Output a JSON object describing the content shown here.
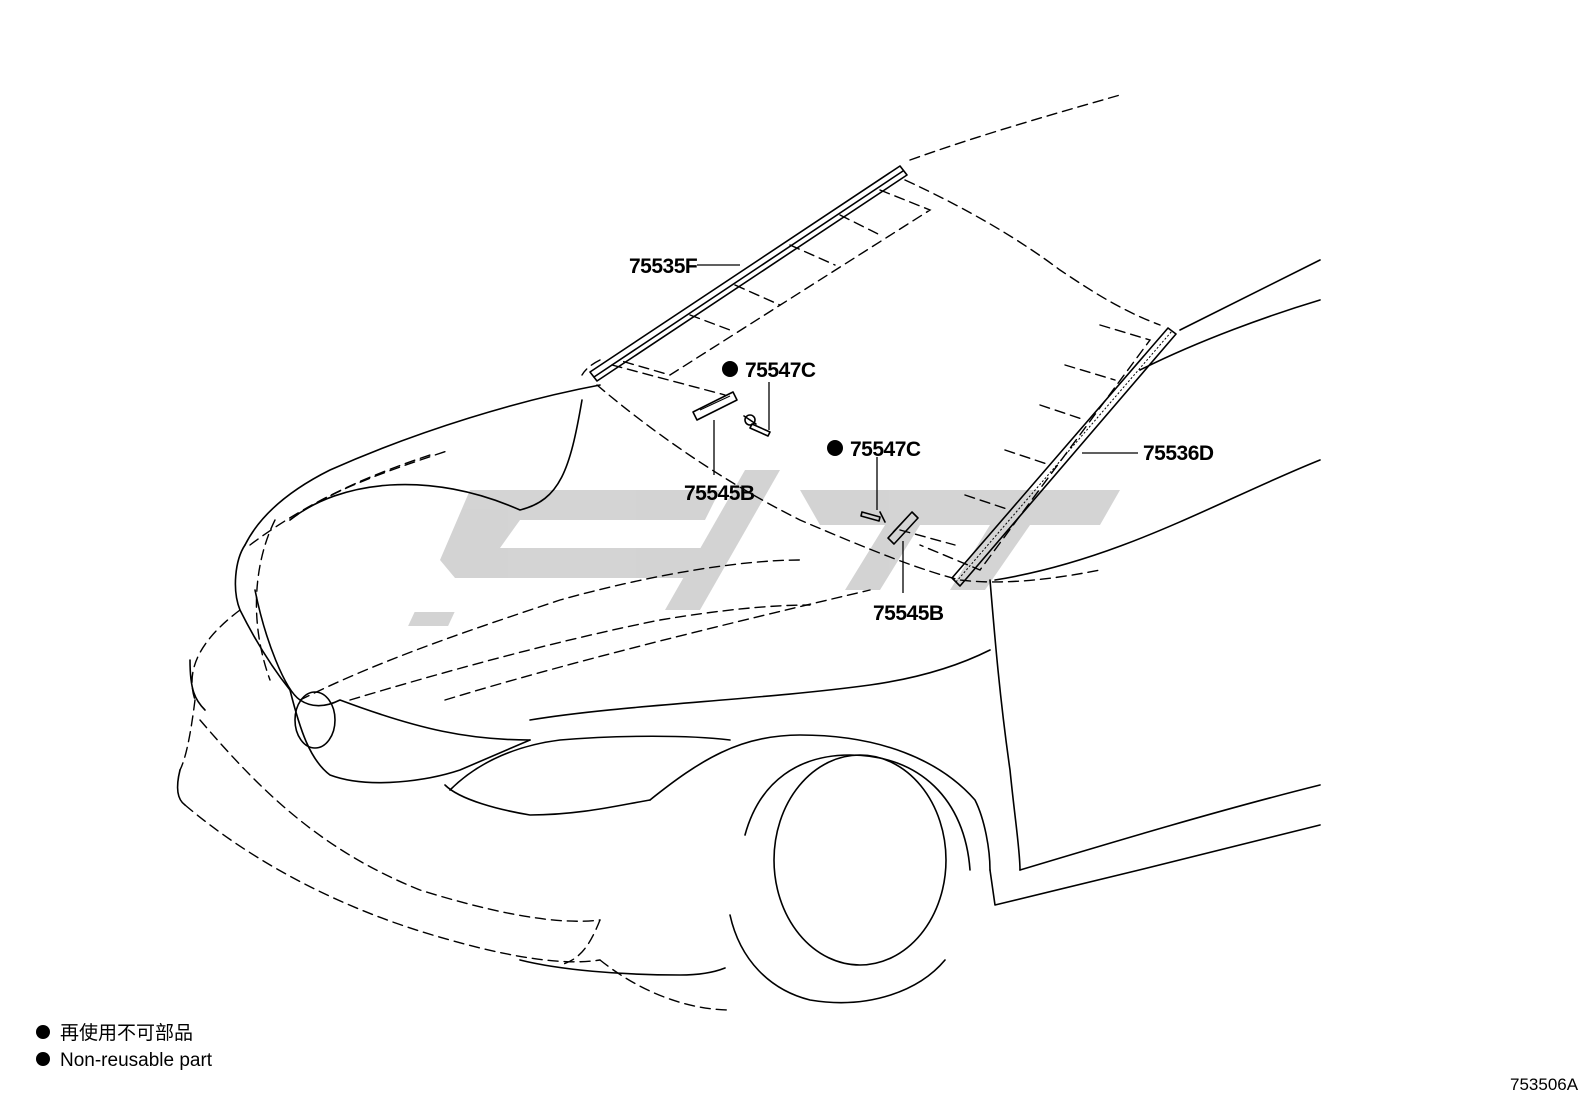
{
  "diagram": {
    "callouts": [
      {
        "id": "75535F",
        "label": "75535F",
        "non_reusable": false
      },
      {
        "id": "75547C-a",
        "label": "75547C",
        "non_reusable": true
      },
      {
        "id": "75545B-a",
        "label": "75545B",
        "non_reusable": false
      },
      {
        "id": "75547C-b",
        "label": "75547C",
        "non_reusable": true
      },
      {
        "id": "75536D",
        "label": "75536D",
        "non_reusable": false
      },
      {
        "id": "75545B-b",
        "label": "75545B",
        "non_reusable": false
      }
    ],
    "legend": {
      "line1": "再使用不可部品",
      "line2": "Non-reusable part"
    },
    "illustration_code": "753506A"
  }
}
